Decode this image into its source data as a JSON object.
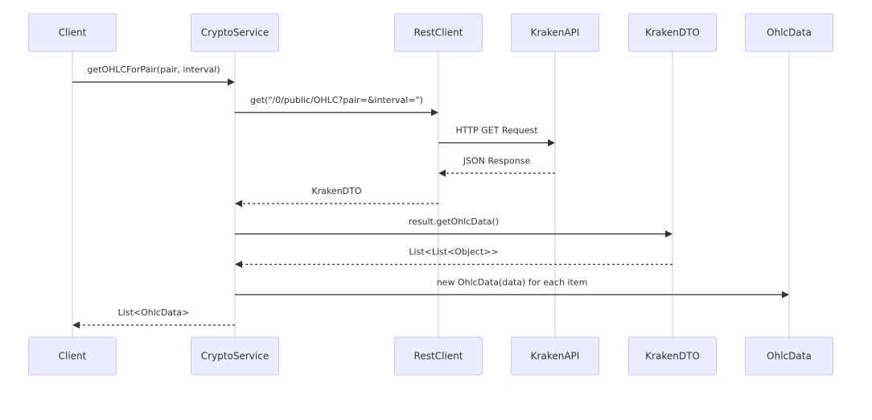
{
  "participants": [
    {
      "id": "client",
      "label": "Client"
    },
    {
      "id": "crypto_service",
      "label": "CryptoService"
    },
    {
      "id": "rest_client",
      "label": "RestClient"
    },
    {
      "id": "kraken_api",
      "label": "KrakenAPI"
    },
    {
      "id": "kraken_dto",
      "label": "KrakenDTO"
    },
    {
      "id": "ohlc_data",
      "label": "OhlcData"
    }
  ],
  "messages": [
    {
      "from": "client",
      "to": "crypto_service",
      "label": "getOHLCForPair(pair, interval)",
      "style": "solid"
    },
    {
      "from": "crypto_service",
      "to": "rest_client",
      "label": "get(\"/0/public/OHLC?pair=&interval=\")",
      "style": "solid"
    },
    {
      "from": "rest_client",
      "to": "kraken_api",
      "label": "HTTP GET Request",
      "style": "solid"
    },
    {
      "from": "kraken_api",
      "to": "rest_client",
      "label": "JSON Response",
      "style": "dashed"
    },
    {
      "from": "rest_client",
      "to": "crypto_service",
      "label": "KrakenDTO",
      "style": "dashed"
    },
    {
      "from": "crypto_service",
      "to": "kraken_dto",
      "label": "result.getOhlcData()",
      "style": "solid"
    },
    {
      "from": "kraken_dto",
      "to": "crypto_service",
      "label": "List<List<Object>>",
      "style": "dashed"
    },
    {
      "from": "crypto_service",
      "to": "ohlc_data",
      "label": "new OhlcData(data) for each item",
      "style": "solid"
    },
    {
      "from": "crypto_service",
      "to": "client",
      "label": "List<OhlcData>",
      "style": "dashed"
    }
  ],
  "colors": {
    "actor_fill": "#ECECFF",
    "actor_border": "#C9C9F0",
    "lifeline": "#D5D5F2",
    "line": "#333333",
    "text": "#333333"
  }
}
